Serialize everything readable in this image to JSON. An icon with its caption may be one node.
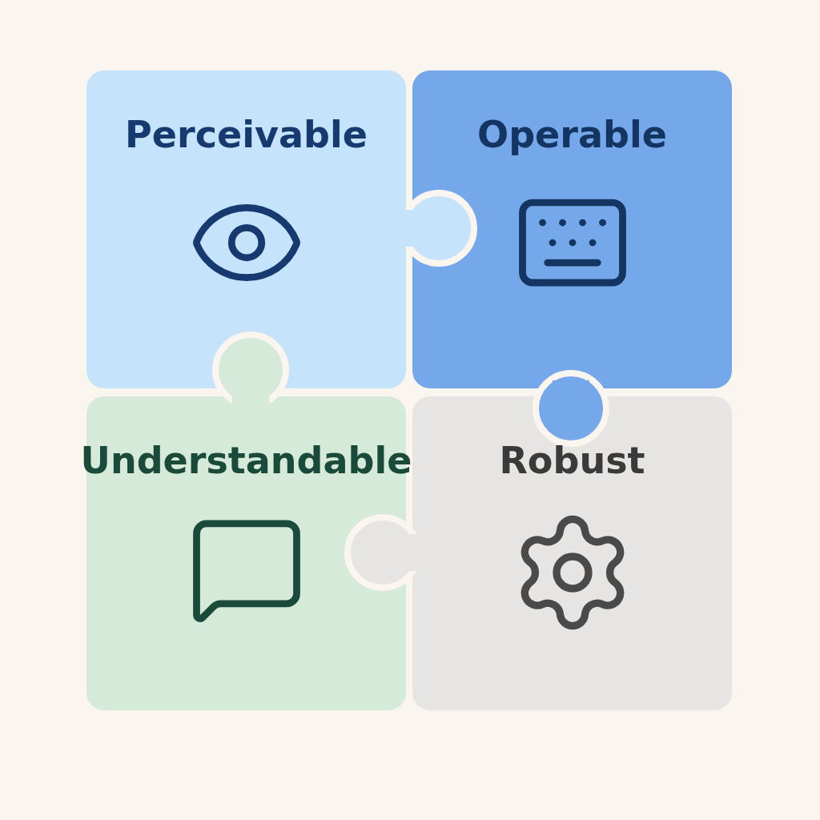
{
  "diagram": {
    "nodes": [
      {
        "text": [
          "Perceivable"
        ]
      },
      {
        "text": [
          "Operable"
        ]
      },
      {
        "text": [
          "Understandable"
        ]
      },
      {
        "text": [
          "Robust"
        ]
      }
    ]
  }
}
